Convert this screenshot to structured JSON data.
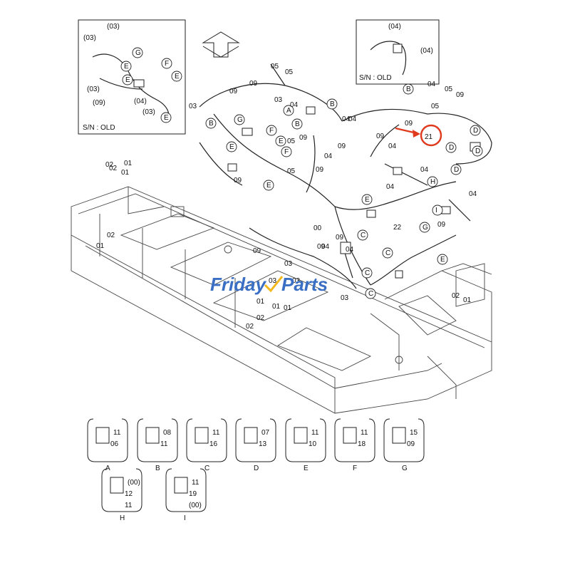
{
  "diagram": {
    "inset_left_caption": "S/N : OLD",
    "inset_right_caption": "S/N : OLD",
    "highlight_number": "21",
    "highlight_color": "#e03a1e",
    "watermark_left": "Friday",
    "watermark_right": "Parts",
    "watermark_color": "#3a6fc4",
    "watermark_accent": "#f2b81c",
    "part_labels": [
      "(03)",
      "(03)",
      "(03)",
      "G",
      "F",
      "E",
      "E",
      "E",
      "(04)",
      "(09)",
      "(03)",
      "E",
      "(04)",
      "(04)",
      "05",
      "05",
      "09",
      "09",
      "03",
      "03",
      "B",
      "G",
      "A",
      "04",
      "B",
      "B",
      "09",
      "04",
      "09",
      "05",
      "05",
      "F",
      "E",
      "E",
      "F",
      "E",
      "09",
      "09",
      "09",
      "04",
      "B",
      "09",
      "05",
      "09",
      "04",
      "04",
      "04",
      "04",
      "04",
      "04",
      "09",
      "05",
      "D",
      "D",
      "D",
      "D",
      "H",
      "I",
      "04",
      "09",
      "E",
      "C",
      "22",
      "G",
      "00",
      "C",
      "09",
      "04",
      "C",
      "C",
      "03",
      "03",
      "03",
      "03",
      "E",
      "02",
      "01",
      "01",
      "02",
      "01",
      "02",
      "01",
      "09",
      "02",
      "01",
      "02",
      "01",
      "02",
      "01",
      "21"
    ],
    "legend": [
      {
        "letter": "A",
        "nums": [
          "11",
          "06"
        ]
      },
      {
        "letter": "B",
        "nums": [
          "08",
          "11"
        ]
      },
      {
        "letter": "C",
        "nums": [
          "11",
          "16"
        ]
      },
      {
        "letter": "D",
        "nums": [
          "07",
          "13"
        ]
      },
      {
        "letter": "E",
        "nums": [
          "11",
          "10"
        ]
      },
      {
        "letter": "F",
        "nums": [
          "11",
          "18"
        ]
      },
      {
        "letter": "G",
        "nums": [
          "15",
          "09"
        ]
      },
      {
        "letter": "H",
        "nums": [
          "(00)",
          "12",
          "11"
        ]
      },
      {
        "letter": "I",
        "nums": [
          "11",
          "19",
          "(00)"
        ]
      }
    ]
  }
}
